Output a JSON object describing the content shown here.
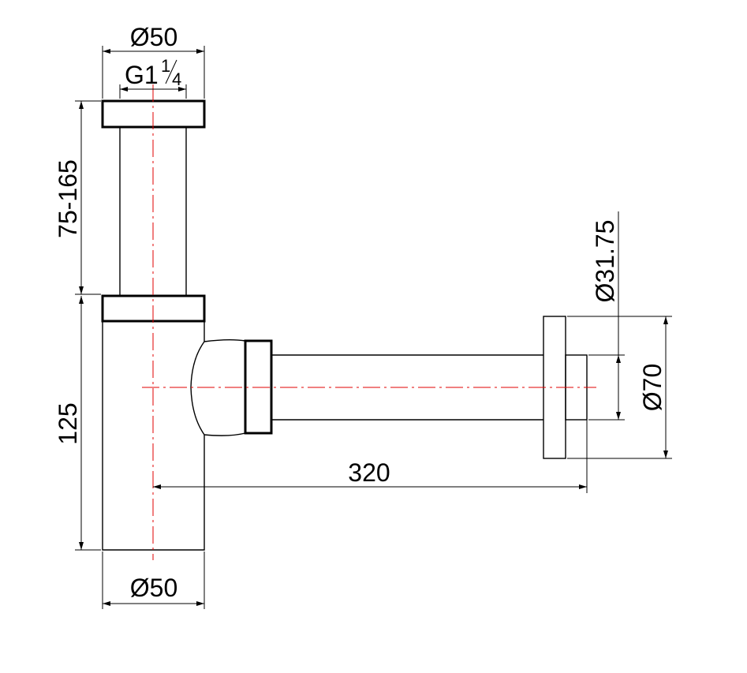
{
  "dimensions": {
    "top_diameter": "Ø50",
    "thread_prefix": "G1",
    "thread_num": "1",
    "thread_den": "4",
    "tube_length": "75-165",
    "body_height": "125",
    "outlet_pipe_diameter": "Ø31.75",
    "flange_diameter": "Ø70",
    "outlet_length": "320",
    "bottom_diameter": "Ø50"
  }
}
